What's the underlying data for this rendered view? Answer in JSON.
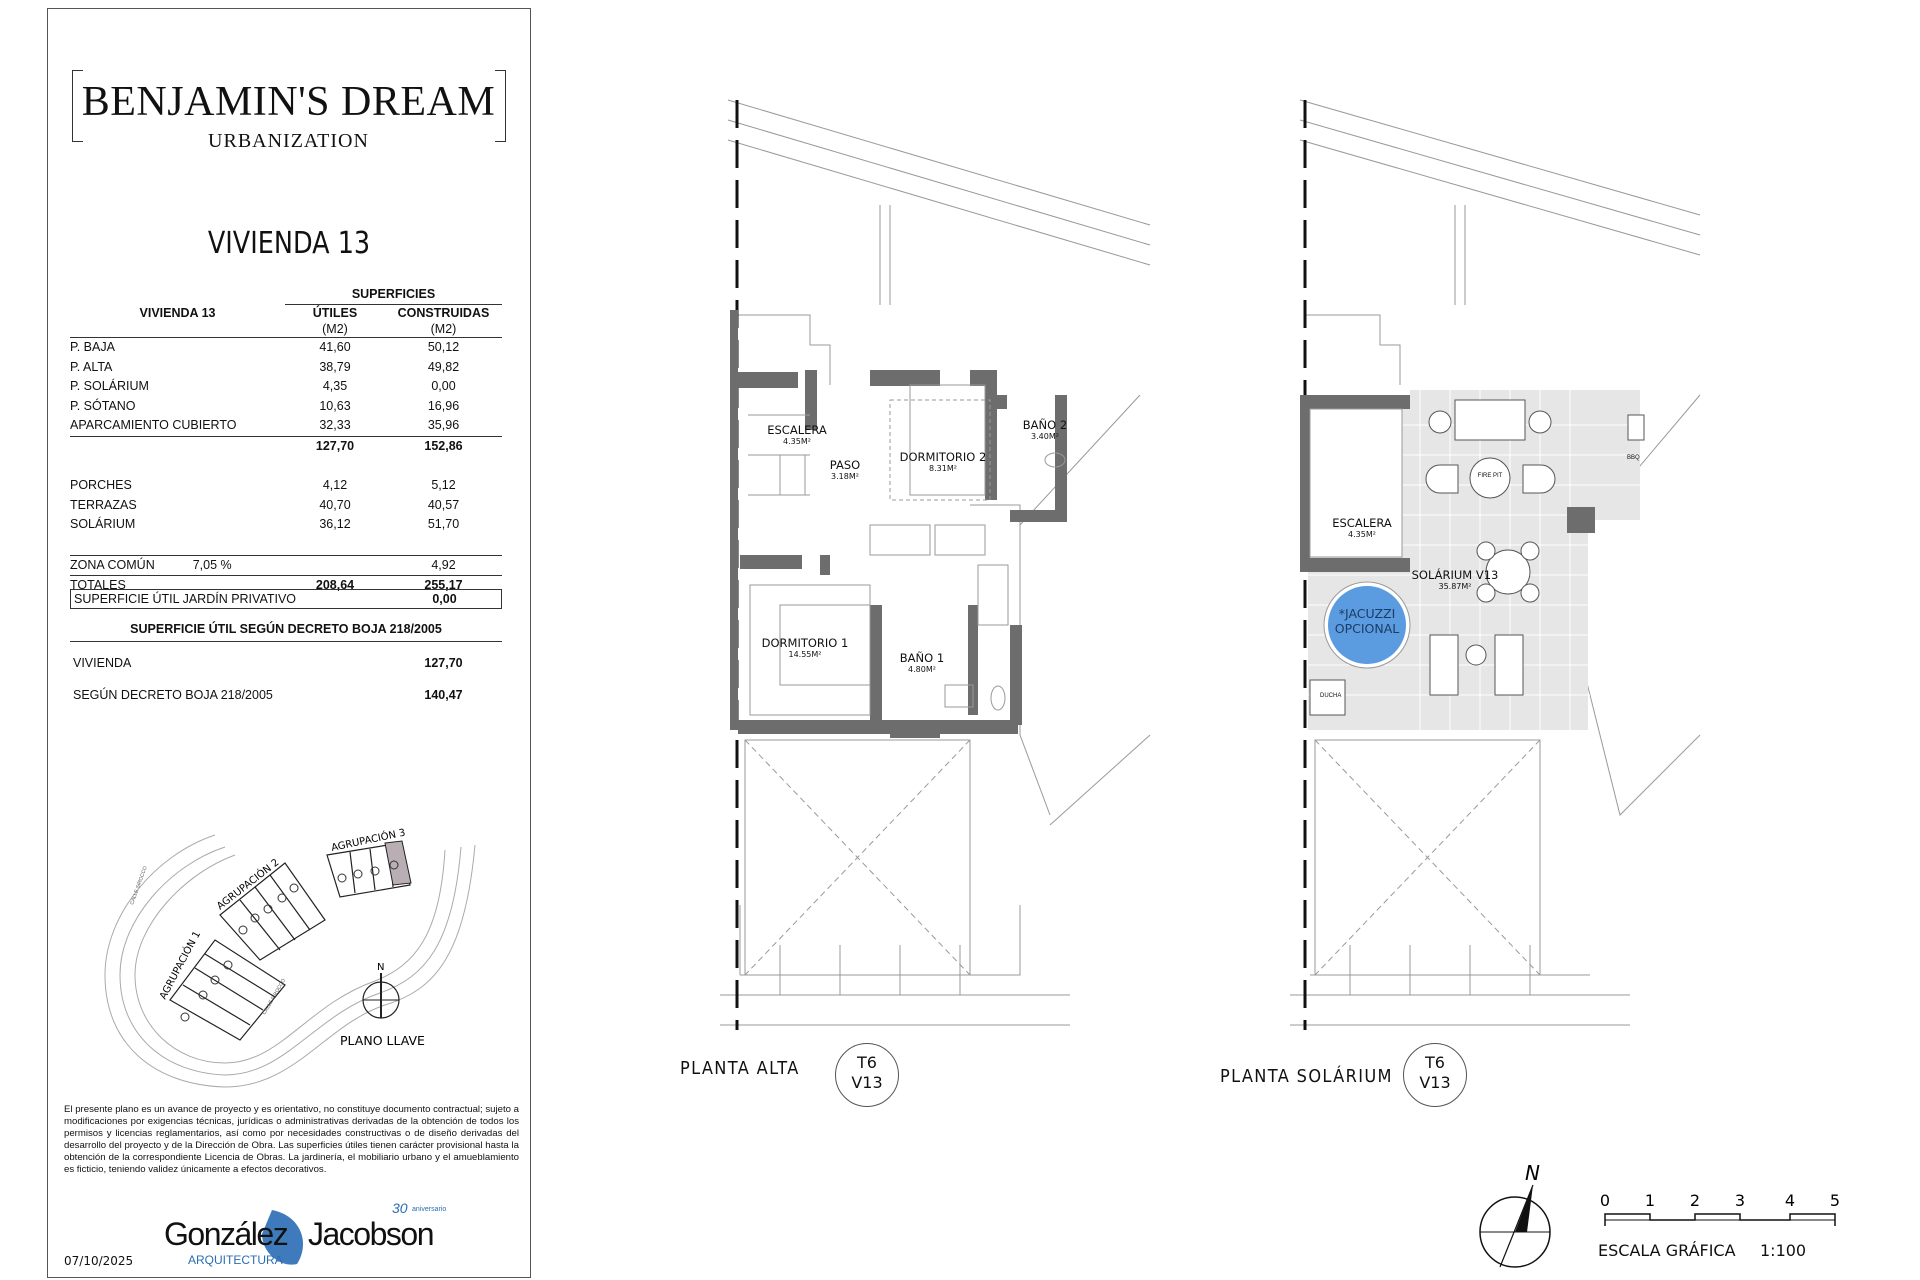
{
  "brand": {
    "title": "BENJAMIN'S DREAM",
    "subtitle": "URBANIZATION"
  },
  "heading": "VIVIENDA 13",
  "table": {
    "row_header": "VIVIENDA 13",
    "group_header": "SUPERFICIES",
    "col_utiles": "ÚTILES",
    "col_construidas": "CONSTRUIDAS",
    "unit": "(M2)",
    "rows": [
      {
        "label": "P. BAJA",
        "utiles": "41,60",
        "construidas": "50,12"
      },
      {
        "label": "P. ALTA",
        "utiles": "38,79",
        "construidas": "49,82"
      },
      {
        "label": "P. SOLÁRIUM",
        "utiles": "4,35",
        "construidas": "0,00"
      },
      {
        "label": "P. SÓTANO",
        "utiles": "10,63",
        "construidas": "16,96"
      },
      {
        "label": "APARCAMIENTO CUBIERTO",
        "utiles": "32,33",
        "construidas": "35,96"
      }
    ],
    "subtotal": {
      "utiles": "127,70",
      "construidas": "152,86"
    },
    "extras": [
      {
        "label": "PORCHES",
        "utiles": "4,12",
        "construidas": "5,12"
      },
      {
        "label": "TERRAZAS",
        "utiles": "40,70",
        "construidas": "40,57"
      },
      {
        "label": "SOLÁRIUM",
        "utiles": "36,12",
        "construidas": "51,70"
      }
    ],
    "zona_comun": {
      "label": "ZONA COMÚN",
      "percent": "7,05 %",
      "construidas": "4,92"
    },
    "totales": {
      "label": "TOTALES",
      "utiles": "208,64",
      "construidas": "255,17"
    },
    "jardin": {
      "label": "SUPERFICIE ÚTIL JARDÍN PRIVATIVO",
      "value": "0,00"
    },
    "boja_header": "SUPERFICIE ÚTIL SEGÚN DECRETO BOJA 218/2005",
    "boja_rows": [
      {
        "label": "VIVIENDA",
        "value": "127,70"
      },
      {
        "label": "SEGÚN DECRETO BOJA 218/2005",
        "value": "140,47"
      }
    ]
  },
  "key_plan": {
    "groups": [
      "AGRUPACIÓN 1",
      "AGRUPACIÓN 2",
      "AGRUPACIÓN 3"
    ],
    "street": "CALLE SIROCCO",
    "north": "N",
    "label": "PLANO LLAVE",
    "highlight_color": "#b9aeb4"
  },
  "disclaimer": "El presente plano es un avance de proyecto y es orientativo, no constituye documento contractual; sujeto a modificaciones por exigencias técnicas, jurídicas o administrativas derivadas de la obtención de todos los permisos y licencias reglamentarios, así como por necesidades constructivas o de diseño derivadas del desarrollo del proyecto y de la Dirección de Obra. Las superficies útiles tienen carácter provisional hasta la obtención de la correspondiente Licencia de Obras. La jardinería, el mobiliario urbano y el amueblamiento es ficticio, teniendo validez únicamente a efectos decorativos.",
  "logo": {
    "left": "González",
    "right": "Jacobson",
    "sub": "ARQUITECTURA",
    "anniv": "30",
    "anniv_word": "aniversario",
    "color": "#2a6db5"
  },
  "date": "07/10/2025",
  "plan_alta": {
    "label": "PLANTA ALTA",
    "type": "T6",
    "unit": "V13",
    "rooms": [
      {
        "name": "ESCALERA",
        "area": "4.35M²"
      },
      {
        "name": "PASO",
        "area": "3.18M²"
      },
      {
        "name": "DORMITORIO 2",
        "area": "8.31M²"
      },
      {
        "name": "BAÑO 2",
        "area": "3.40M²"
      },
      {
        "name": "DORMITORIO 1",
        "area": "14.55M²"
      },
      {
        "name": "BAÑO 1",
        "area": "4.80M²"
      }
    ]
  },
  "plan_solarium": {
    "label": "PLANTA SOLÁRIUM",
    "type": "T6",
    "unit": "V13",
    "rooms": [
      {
        "name": "ESCALERA",
        "area": "4.35M²"
      },
      {
        "name": "SOLÁRIUM V13",
        "area": "35.87M²"
      }
    ],
    "jacuzzi": "*JACUZZI OPCIONAL",
    "fire_pit": "FIRE PIT",
    "bbq": "BBQ",
    "ducha": "DUCHA",
    "jacuzzi_color": "#5b9be0"
  },
  "north": "N",
  "scale": {
    "ticks": [
      "0",
      "1",
      "2",
      "3",
      "4",
      "5"
    ],
    "label": "ESCALA GRÁFICA",
    "ratio": "1:100"
  }
}
